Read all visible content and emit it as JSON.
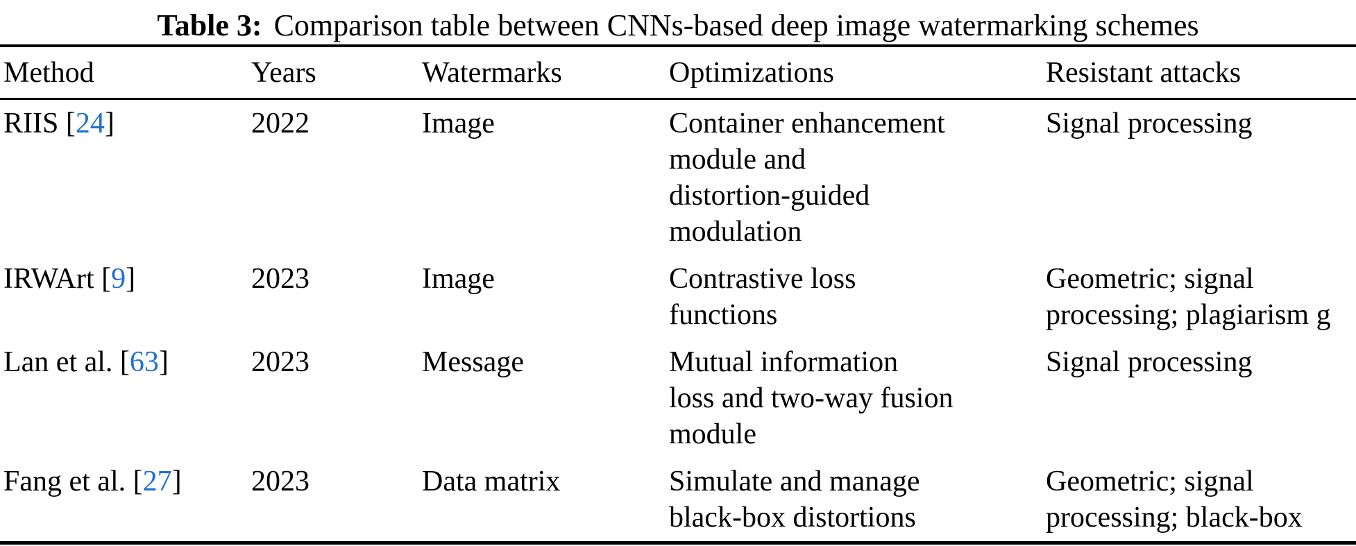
{
  "caption": {
    "label": "Table 3:",
    "text": "Comparison table between CNNs-based deep image watermarking schemes"
  },
  "punct": {
    "open": " [",
    "close": "]"
  },
  "colors": {
    "citation_link": "#2170d2",
    "text": "#000000",
    "rule": "#000000",
    "background": "#ffffff"
  },
  "table": {
    "columns": [
      "Method",
      "Years",
      "Watermarks",
      "Optimizations",
      "Resistant attacks"
    ],
    "rows": [
      {
        "method": "RIIS",
        "citation": "24",
        "years": "2022",
        "watermarks": "Image",
        "optimizations": "Container enhancement\nmodule and\ndistortion-guided\nmodulation",
        "resistant_attacks": "Signal processing"
      },
      {
        "method": "IRWArt",
        "citation": "9",
        "years": "2023",
        "watermarks": "Image",
        "optimizations": "Contrastive loss\nfunctions",
        "resistant_attacks": "Geometric; signal\nprocessing; plagiarism g"
      },
      {
        "method": "Lan et al.",
        "citation": "63",
        "years": "2023",
        "watermarks": "Message",
        "optimizations": "Mutual information\nloss and two-way fusion\nmodule",
        "resistant_attacks": "Signal processing"
      },
      {
        "method": "Fang et al.",
        "citation": "27",
        "years": "2023",
        "watermarks": "Data matrix",
        "optimizations": "Simulate and manage\nblack-box distortions",
        "resistant_attacks": "Geometric; signal\nprocessing; black-box"
      }
    ]
  }
}
